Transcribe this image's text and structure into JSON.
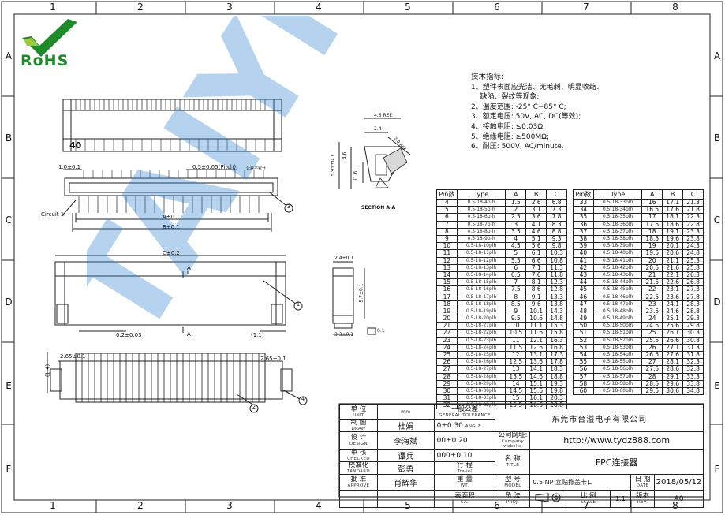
{
  "column_numbers": [
    "1",
    "2",
    "3",
    "4",
    "5",
    "6",
    "7",
    "8"
  ],
  "row_letters": [
    "A",
    "B",
    "C",
    "D",
    "E",
    "F"
  ],
  "logo": {
    "text": "RoHS",
    "color": "#1f8a2a"
  },
  "watermark": {
    "text": "TAIYI",
    "color": "#2b7fd1"
  },
  "drawing": {
    "pin_count_label": "40",
    "dims": {
      "pitch_lead": "1.0±0.1",
      "pitch_main": "0.5±0.05(Pitch)",
      "pitch_note": "公差不累计",
      "circuit": "Circuit 1",
      "a_dim": "A±0.1",
      "b_dim": "B±0.1",
      "c_dim": "C±0.2",
      "a_label": "A",
      "w_02": "0.2±0.03",
      "d_11": "(1.1)",
      "h_265l": "2.65±0.1",
      "h_265r": "2.65±0.1",
      "h_14": "(1.4)",
      "s_45": "4.5 REF.",
      "s_24": "2.4",
      "s_46": "4.6",
      "s_595": "5.95±0.1",
      "s_16": "(1.6)",
      "s_4e": "2.4±0.1",
      "s_57": "5.7±0.1",
      "s_33": "3.3±0.1",
      "s_01": "0.1",
      "s_20": "2.0 REF",
      "section": "SECTION A-A",
      "balloons": [
        "1",
        "2",
        "3",
        "4"
      ]
    }
  },
  "tech_spec": {
    "title": "技术指标:",
    "items": [
      "1、塑件表面应光洁、无毛刺、明显收缩、",
      "    缺陷、裂纹等现象;",
      "2、温度范围: -25° C~85° C;",
      "3、额定电压: 50V, AC, DC(等效);",
      "4、接触电阻: ≤0.03Ω;",
      "5、绝缘电阻: ≥500MΩ;",
      "6、耐压: 500V, AC/minute."
    ]
  },
  "pin_table": {
    "headers": [
      "Pin数",
      "Type",
      "A",
      "B",
      "C"
    ],
    "left": [
      [
        "4",
        "0.5-18-4p-h",
        "1.5",
        "2.6",
        "6.8"
      ],
      [
        "5",
        "0.5-18-5p-h",
        "2",
        "3.1",
        "7.3"
      ],
      [
        "6",
        "0.5-18-6p-h",
        "2.5",
        "3.6",
        "7.8"
      ],
      [
        "7",
        "0.5-18-7p-h",
        "3",
        "4.1",
        "8.3"
      ],
      [
        "8",
        "0.5-18-8p-h",
        "3.5",
        "4.6",
        "8.8"
      ],
      [
        "9",
        "0.5-18-9p-h",
        "4",
        "5.1",
        "9.3"
      ],
      [
        "10",
        "0.5-18-10plh",
        "4.5",
        "5.6",
        "9.8"
      ],
      [
        "11",
        "0.5-18-11plh",
        "5",
        "6.1",
        "10.3"
      ],
      [
        "12",
        "0.5-18-12plh",
        "5.5",
        "6.6",
        "10.8"
      ],
      [
        "13",
        "0.5-18-13plh",
        "6",
        "7.1",
        "11.3"
      ],
      [
        "14",
        "0.5-18-14plh",
        "6.5",
        "7.6",
        "11.8"
      ],
      [
        "15",
        "0.5-18-15plh",
        "7",
        "8.1",
        "12.3"
      ],
      [
        "16",
        "0.5-18-16plh",
        "7.5",
        "8.6",
        "12.8"
      ],
      [
        "17",
        "0.5-18-17plh",
        "8",
        "9.1",
        "13.3"
      ],
      [
        "18",
        "0.5-18-18plh",
        "8.5",
        "9.6",
        "13.8"
      ],
      [
        "19",
        "0.5-18-19plh",
        "9",
        "10.1",
        "14.3"
      ],
      [
        "20",
        "0.5-18-20plh",
        "9.5",
        "10.6",
        "14.8"
      ],
      [
        "21",
        "0.5-18-21plh",
        "10",
        "11.1",
        "15.3"
      ],
      [
        "22",
        "0.5-18-22plh",
        "10.5",
        "11.6",
        "15.8"
      ],
      [
        "23",
        "0.5-18-23plh",
        "11",
        "12.1",
        "16.3"
      ],
      [
        "24",
        "0.5-18-24plh",
        "11.5",
        "12.6",
        "16.8"
      ],
      [
        "25",
        "0.5-18-25plh",
        "12",
        "13.1",
        "17.3"
      ],
      [
        "26",
        "0.5-18-26plh",
        "12.5",
        "13.6",
        "17.8"
      ],
      [
        "27",
        "0.5-18-27plh",
        "13",
        "14.1",
        "18.3"
      ],
      [
        "28",
        "0.5-18-28plh",
        "13.5",
        "14.6",
        "18.8"
      ],
      [
        "29",
        "0.5-18-29plh",
        "14",
        "15.1",
        "19.3"
      ],
      [
        "30",
        "0.5-18-30plh",
        "14.5",
        "15.6",
        "19.8"
      ],
      [
        "31",
        "0.5-18-31plh",
        "15",
        "16.1",
        "20.3"
      ],
      [
        "32",
        "0.5-18-32plh",
        "15.5",
        "16.6",
        "20.8"
      ]
    ],
    "right": [
      [
        "33",
        "0.5-18-33plh",
        "16",
        "17.1",
        "21.3"
      ],
      [
        "34",
        "0.5-18-34plh",
        "16.5",
        "17.6",
        "21.8"
      ],
      [
        "35",
        "0.5-18-35plh",
        "17",
        "18.1",
        "22.3"
      ],
      [
        "36",
        "0.5-18-36plh",
        "17.5",
        "18.6",
        "22.8"
      ],
      [
        "37",
        "0.5-18-37plh",
        "18",
        "19.1",
        "23.3"
      ],
      [
        "38",
        "0.5-18-38plh",
        "18.5",
        "19.6",
        "23.8"
      ],
      [
        "39",
        "0.5-18-39plh",
        "19",
        "20.1",
        "24.3"
      ],
      [
        "40",
        "0.5-18-40plh",
        "19.5",
        "20.6",
        "24.8"
      ],
      [
        "41",
        "0.5-18-41plh",
        "20",
        "21.1",
        "25.3"
      ],
      [
        "42",
        "0.5-18-42plh",
        "20.5",
        "21.6",
        "25.8"
      ],
      [
        "43",
        "0.5-18-43plh",
        "21",
        "22.1",
        "26.3"
      ],
      [
        "44",
        "0.5-18-44plh",
        "21.5",
        "22.6",
        "26.8"
      ],
      [
        "45",
        "0.5-18-45plh",
        "22",
        "23.1",
        "27.3"
      ],
      [
        "46",
        "0.5-18-46plh",
        "22.5",
        "23.6",
        "27.8"
      ],
      [
        "47",
        "0.5-18-47plh",
        "23",
        "24.1",
        "28.3"
      ],
      [
        "48",
        "0.5-18-48plh",
        "23.5",
        "24.6",
        "28.8"
      ],
      [
        "49",
        "0.5-18-49plh",
        "24",
        "25.1",
        "29.3"
      ],
      [
        "50",
        "0.5-18-50plh",
        "24.5",
        "25.6",
        "29.8"
      ],
      [
        "51",
        "0.5-18-51plh",
        "25",
        "26.1",
        "30.3"
      ],
      [
        "52",
        "0.5-18-52plh",
        "25.5",
        "26.6",
        "30.8"
      ],
      [
        "53",
        "0.5-18-53plh",
        "26",
        "27.1",
        "31.3"
      ],
      [
        "54",
        "0.5-18-54plh",
        "26.5",
        "27.6",
        "31.8"
      ],
      [
        "55",
        "0.5-18-55plh",
        "27",
        "28.1",
        "32.3"
      ],
      [
        "56",
        "0.5-18-56plh",
        "27.5",
        "28.6",
        "32.8"
      ],
      [
        "57",
        "0.5-18-57plh",
        "28",
        "29.1",
        "33.3"
      ],
      [
        "58",
        "0.5-18-58plh",
        "28.5",
        "29.6",
        "33.8"
      ],
      [
        "60",
        "0.5-18-60plh",
        "29.5",
        "30.6",
        "34.8"
      ]
    ]
  },
  "title_block": {
    "unit_label": "单 位",
    "unit_sub": "UNIT",
    "unit_value": "mm",
    "tol_label": "一般公差",
    "tol_sub": "GENERAL TOLERANCE",
    "tol_1": "0±0.30",
    "tol_1_note": "ANGLE",
    "tol_2": "00±0.20",
    "tol_3": "000±0.10",
    "draw_label": "制 图",
    "draw_sub": "DRAW",
    "draw_name": "杜娟",
    "design_label": "设 计",
    "design_sub": "DESIGN",
    "design_name": "李海斌",
    "check_label": "审 核",
    "check_sub": "CHECKED",
    "check_name": "谭兵",
    "std_label": "校准化",
    "std_sub": "TANDARD",
    "std_name": "彭勇",
    "approve_label": "批 准",
    "approve_sub": "APPROVE",
    "approve_name": "肖辉华",
    "company": "东莞市台溢电子有限公司",
    "website_label": "公司网址:",
    "website_sub": "Company website",
    "website": "http://www.tydz888.com",
    "travel_label": "行 程",
    "travel_sub": "Travel",
    "title_label": "名 称",
    "title_sub": "TITLE",
    "title_value": "FPC连接器",
    "weight_label": "重 量",
    "weight_sub": "WT.",
    "model_label": "型 号",
    "model_sub": "MODEL",
    "model_value": "0.5 NP 立贴掀盖卡口",
    "date_label": "日 期",
    "date_sub": "DATE",
    "date_value": "2018/05/12",
    "surface_label": "表面积",
    "surface_sub": "SA.",
    "proj_label": "角 法",
    "proj_sub": "PROJ.",
    "scale_label": "比 例",
    "scale_sub": "SCALE",
    "scale_value": "1:1",
    "rev_label": "版本",
    "rev_sub": "REV.",
    "rev_value": "A0"
  }
}
